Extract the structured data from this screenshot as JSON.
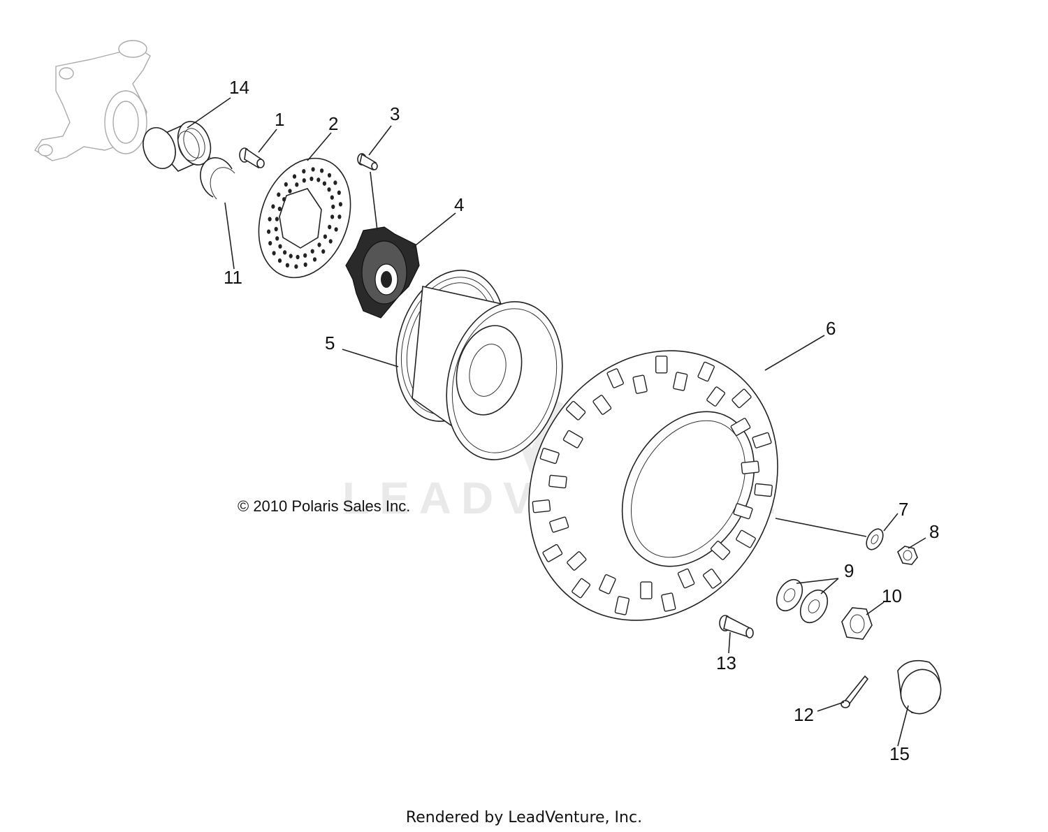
{
  "diagram": {
    "callouts": {
      "c1": "1",
      "c2": "2",
      "c3": "3",
      "c4": "4",
      "c5": "5",
      "c6": "6",
      "c7": "7",
      "c8": "8",
      "c9": "9",
      "c10": "10",
      "c11": "11",
      "c12": "12",
      "c13": "13",
      "c14": "14",
      "c15": "15"
    },
    "copyright": "© 2010 Polaris Sales Inc.",
    "watermark": "LEADVENTURE",
    "footer": "Rendered by LeadVenture, Inc."
  }
}
